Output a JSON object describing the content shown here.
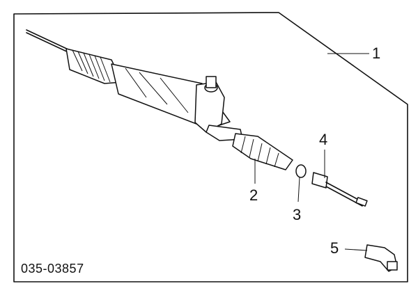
{
  "diagram": {
    "catalog_number": "035-03857",
    "callouts": [
      {
        "id": "1",
        "label": "1"
      },
      {
        "id": "2",
        "label": "2"
      },
      {
        "id": "3",
        "label": "3"
      },
      {
        "id": "4",
        "label": "4"
      },
      {
        "id": "5",
        "label": "5"
      }
    ]
  }
}
